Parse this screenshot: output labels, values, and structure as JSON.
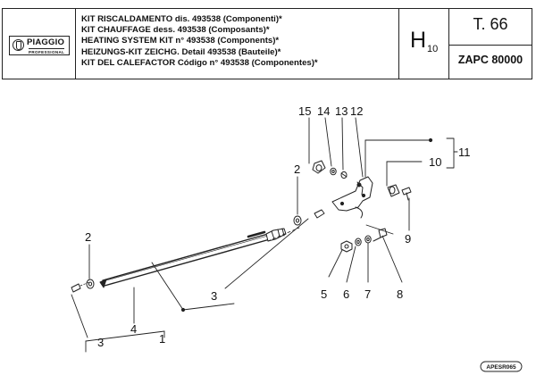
{
  "header": {
    "brand": {
      "name": "PIAGGIO",
      "tagline": "PROFESSIONAL"
    },
    "title_lines": [
      "KIT RISCALDAMENTO dis. 493538 (Componenti)*",
      "KIT CHAUFFAGE dess. 493538 (Composants)*",
      "HEATING SYSTEM KIT n° 493538 (Components)*",
      "HEIZUNGS-KIT ZEICHG. Detail 493538 (Bauteile)*",
      "KIT DEL CALEFACTOR Código n° 493538 (Componentes)*"
    ],
    "section": {
      "letter": "H",
      "number": "10"
    },
    "table_number": "T. 66",
    "model_code": "ZAPC 80000"
  },
  "callouts": {
    "c1": "1",
    "c2_top": "2",
    "c2_left": "2",
    "c3_left": "3",
    "c3_mid": "3",
    "c4": "4",
    "c5": "5",
    "c6": "6",
    "c7": "7",
    "c8": "8",
    "c9": "9",
    "c10": "10",
    "c11": "11",
    "c12": "12",
    "c13": "13",
    "c14": "14",
    "c15": "15"
  },
  "reference_code": "APESR065"
}
